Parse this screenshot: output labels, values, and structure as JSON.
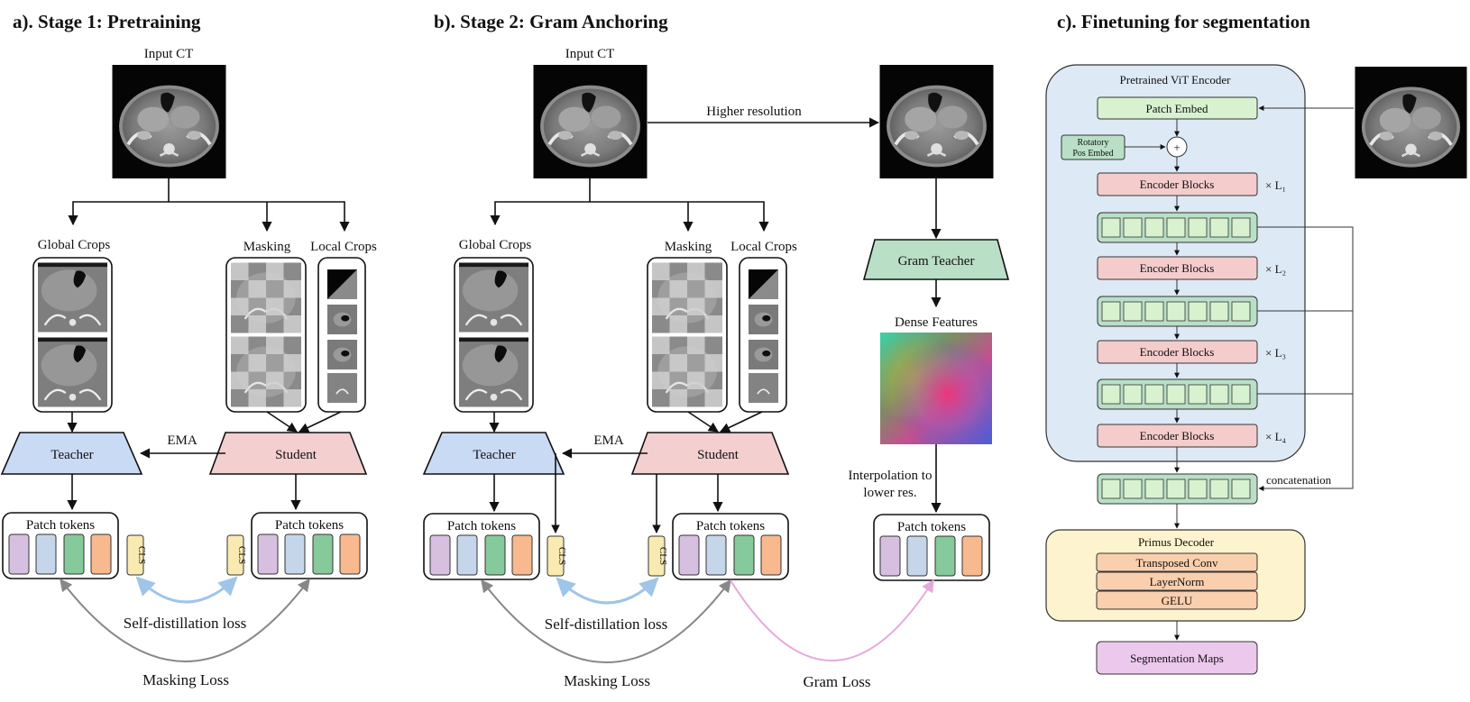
{
  "stage1": {
    "title": "a). Stage 1: Pretraining",
    "input": "Input CT",
    "global_crops": "Global Crops",
    "masking": "Masking",
    "local_crops": "Local Crops",
    "teacher": "Teacher",
    "student": "Student",
    "ema": "EMA",
    "patch_tokens": "Patch tokens",
    "cls": "CLS",
    "self_distill": "Self-distillation loss",
    "masking_loss": "Masking Loss"
  },
  "stage2": {
    "title": "b). Stage 2: Gram Anchoring",
    "input": "Input CT",
    "higher_res": "Higher resolution",
    "global_crops": "Global Crops",
    "masking": "Masking",
    "local_crops": "Local Crops",
    "teacher": "Teacher",
    "student": "Student",
    "ema": "EMA",
    "patch_tokens": "Patch tokens",
    "cls": "CLS",
    "self_distill": "Self-distillation loss",
    "masking_loss": "Masking Loss",
    "gram_teacher": "Gram Teacher",
    "dense_features": "Dense Features",
    "interp_line1": "Interpolation to",
    "interp_line2": "lower res.",
    "gram_patch_tokens": "Patch tokens",
    "gram_loss": "Gram Loss"
  },
  "stage3": {
    "title": "c). Finetuning for segmentation",
    "encoder_title": "Pretrained ViT Encoder",
    "patch_embed": "Patch Embed",
    "rotary_line1": "Rotatory",
    "rotary_line2": "Pos Embed",
    "plus": "+",
    "encoder_blocks": "Encoder Blocks",
    "l1": "× L₁",
    "l2": "× L₂",
    "l3": "× L₃",
    "l4": "× L₄",
    "concatenation": "concatenation",
    "decoder_title": "Primus Decoder",
    "transposed_conv": "Transposed Conv",
    "layernorm": "LayerNorm",
    "gelu": "GELU",
    "seg_maps": "Segmentation Maps"
  },
  "colors": {
    "teacher": "#c9daf5",
    "student": "#f3cfcf",
    "gram_teacher": "#b9dfc7",
    "token_purple": "#d7bfe0",
    "token_blue": "#c5d6ea",
    "token_green": "#86c99a",
    "token_orange": "#f7b98d",
    "cls": "#f8eab0",
    "encoder_bg": "#dde9f5",
    "decoder_bg": "#fdf4cf",
    "patch_embed": "#d8f2cf",
    "enc_block": "#f4cccc",
    "seg_maps": "#ecc9ec",
    "loss_blue": "#9fc5e8",
    "loss_pink": "#e6a8dc",
    "loss_gray": "#888888"
  }
}
